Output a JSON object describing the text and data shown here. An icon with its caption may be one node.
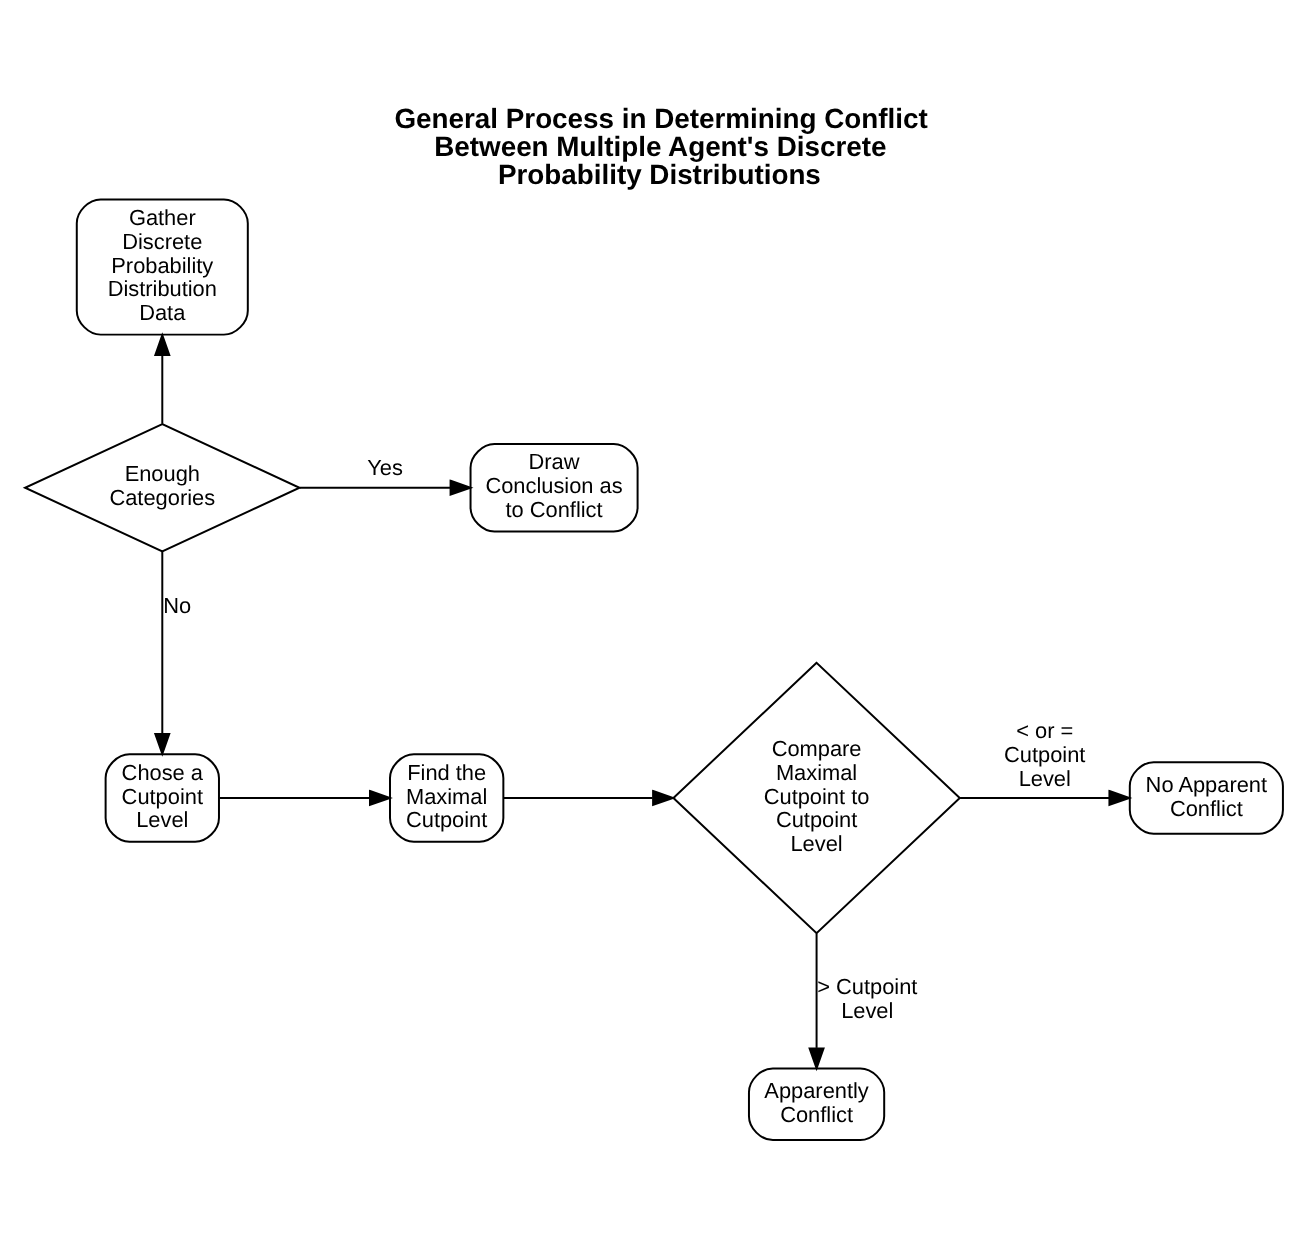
{
  "diagram": {
    "title": "General Process in Determining Conflict Between Multiple Agent's Discrete Probability Distributions",
    "nodes": [
      {
        "text": [
          "Gather Discrete Probability Distribution Data"
        ]
      },
      {
        "text": [
          "Enough Categories"
        ]
      },
      {
        "text": [
          "Draw Conclusion as to Conflict"
        ]
      },
      {
        "text": [
          "Chose a Cutpoint Level"
        ]
      },
      {
        "text": [
          "Find the Maximal Cutpoint"
        ]
      },
      {
        "text": [
          "Compare Maximal Cutpoint to Cutpoint Level"
        ]
      },
      {
        "text": [
          "No Apparent Conflict"
        ]
      },
      {
        "text": [
          "Apparently Conflict"
        ]
      }
    ],
    "edges": [
      {
        "from": 1,
        "to": 0,
        "arrow": "to"
      },
      {
        "from": 1,
        "to": 2,
        "arrow": "to",
        "label": "Yes"
      },
      {
        "from": 1,
        "to": 3,
        "arrow": "to",
        "label": "No"
      },
      {
        "from": 3,
        "to": 4,
        "arrow": "to"
      },
      {
        "from": 4,
        "to": 5,
        "arrow": "to"
      },
      {
        "from": 5,
        "to": 6,
        "arrow": "to",
        "label": "< or = Cutpoint Level"
      },
      {
        "from": 5,
        "to": 7,
        "arrow": "to",
        "label": "> Cutpoint Level"
      }
    ]
  }
}
